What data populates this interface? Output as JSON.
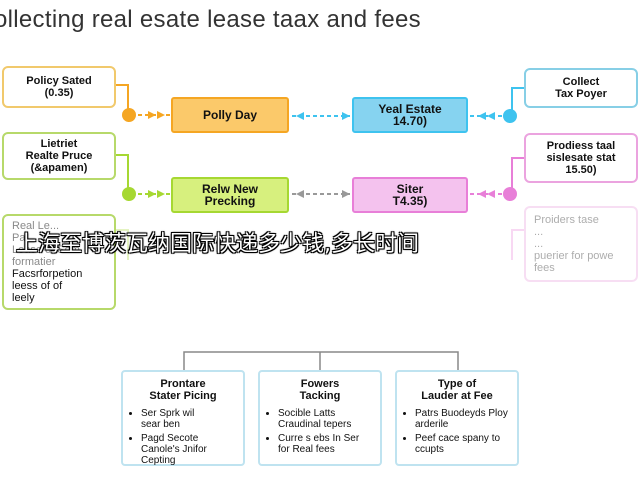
{
  "title": "ollecting real esate lease taax and fees",
  "left_boxes": [
    {
      "lines": [
        "Policy Sated",
        "(0.35)"
      ]
    },
    {
      "lines": [
        "Lietriet",
        "Realte Pruce",
        "(&apamen)"
      ]
    },
    {
      "lines": [
        "Real Le...",
        "Pa...",
        "Lease of Som",
        "formatier",
        "Facsrforpetion",
        "leess of of",
        "leely"
      ]
    }
  ],
  "right_boxes": [
    {
      "lines": [
        "Collect",
        "Tax Poyer"
      ]
    },
    {
      "lines": [
        "Prodiess taal",
        "sislesate stat",
        "15.50)"
      ]
    },
    {
      "lines": [
        "Proiders tase",
        "...",
        "...",
        "puerier for powe",
        "fees"
      ]
    }
  ],
  "center_boxes": [
    {
      "lines": [
        "Polly Day"
      ]
    },
    {
      "lines": [
        "Yeal Estate",
        "14.70)"
      ]
    },
    {
      "lines": [
        "Relw New",
        "Precking"
      ]
    },
    {
      "lines": [
        "Siter",
        "T4.35)"
      ]
    }
  ],
  "bottom_boxes": [
    {
      "heading": [
        "Prontare",
        "Stater Picing"
      ],
      "items": [
        "Ser Sprk wil",
        "Pagd Secote Canole's Jnifor Cepting"
      ],
      "extra": "sear ben"
    },
    {
      "heading": [
        "Fowers",
        "Tacking"
      ],
      "items": [
        "Socible Latts Craudinal tepers",
        "Curre s ebs In Ser for Real fees"
      ]
    },
    {
      "heading": [
        "Type of",
        "Lauder at Fee"
      ],
      "items": [
        "Patrs Buodeyds Ploy arderile",
        "Peef cace spany to ccupts"
      ]
    }
  ],
  "overlay": "上海至博茨瓦纳国际快递多少钱,多长时间",
  "colors": {
    "orange": "#f5a623",
    "blue": "#3ec3ef",
    "green": "#a6d832",
    "pink": "#e87fd8"
  }
}
